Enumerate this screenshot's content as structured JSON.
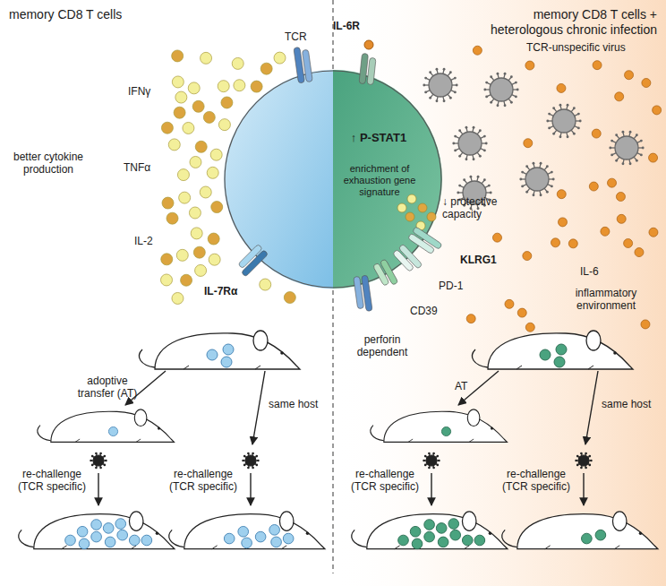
{
  "diagram": {
    "nodes": [
      {
        "text": [
          "↑ P-STAT1",
          "enrichment of exhaustion gene signature"
        ]
      }
    ],
    "labels": [
      "memory CD8 T cells",
      "memory CD8 T cells + heterologous chronic infection",
      "TCR",
      "IFNγ",
      "TNFα",
      "IL-2",
      "better cytokine production",
      "IL-7Rα",
      "IL-6R",
      "TCR-unspecific virus",
      "↓ protective capacity",
      "IL-6",
      "inflammatory environment",
      "KLRG1",
      "PD-1",
      "CD39",
      "adoptive transfer (AT)",
      "same host",
      "re-challenge (TCR specific)",
      "re-challenge (TCR specific)",
      "perforin dependent",
      "AT",
      "same host",
      "re-challenge (TCR specific)",
      "re-challenge (TCR specific)"
    ]
  }
}
